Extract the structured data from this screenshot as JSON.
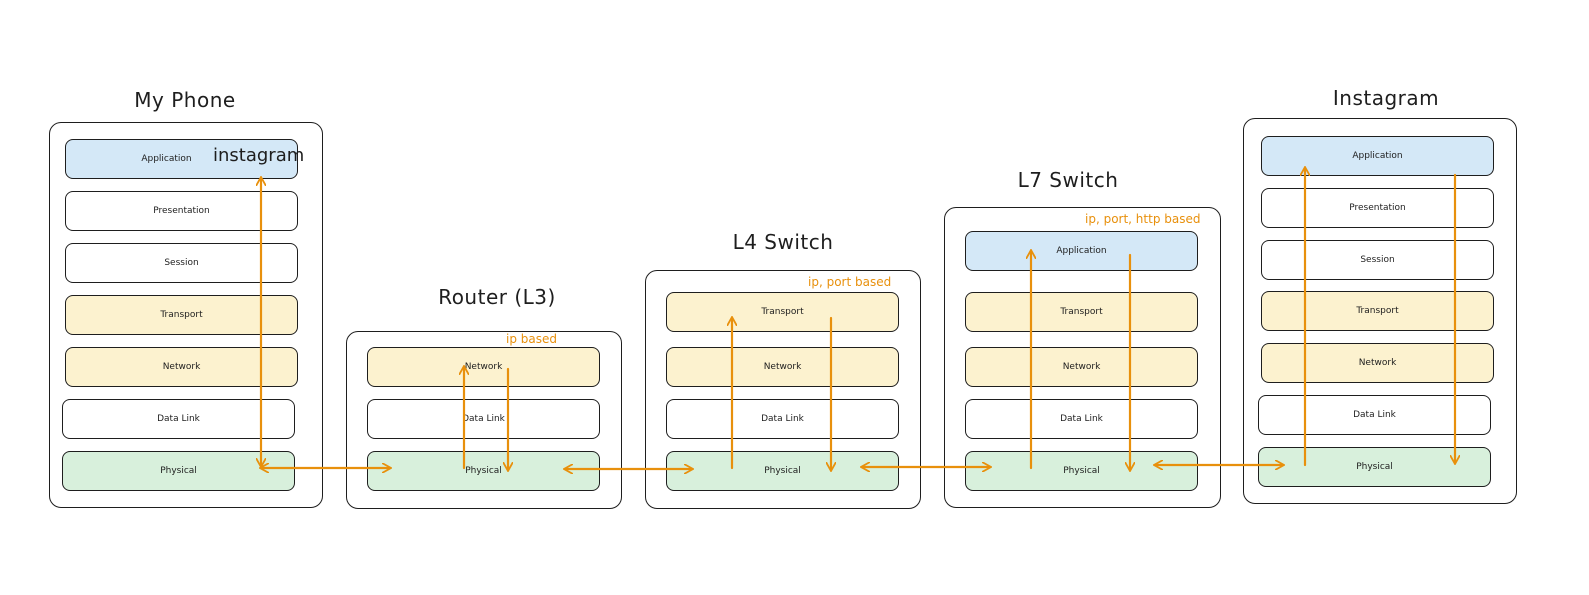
{
  "colors": {
    "stroke": "#1e1e1e",
    "arrow": "#e8900c",
    "application": "#d4e8f7",
    "transport_network": "#fcf2cf",
    "physical": "#d8f0dc",
    "plain": "#ffffff"
  },
  "devices": {
    "phone": {
      "title": "My Phone",
      "app_tag": "instagram",
      "layers": [
        "Application",
        "Presentation",
        "Session",
        "Transport",
        "Network",
        "Data Link",
        "Physical"
      ]
    },
    "router": {
      "title": "Router (L3)",
      "note": "ip based",
      "layers": [
        "Network",
        "Data Link",
        "Physical"
      ]
    },
    "l4": {
      "title": "L4 Switch",
      "note": "ip, port based",
      "layers": [
        "Transport",
        "Network",
        "Data Link",
        "Physical"
      ]
    },
    "l7": {
      "title": "L7 Switch",
      "note": "ip, port, http based",
      "layers": [
        "Application",
        "Transport",
        "Network",
        "Data Link",
        "Physical"
      ]
    },
    "server": {
      "title": "Instagram",
      "layers": [
        "Application",
        "Presentation",
        "Session",
        "Transport",
        "Network",
        "Data Link",
        "Physical"
      ]
    }
  }
}
